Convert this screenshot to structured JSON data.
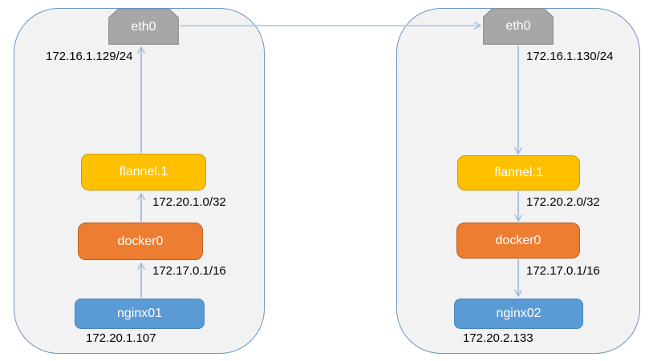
{
  "left_host": {
    "eth0": {
      "label": "eth0",
      "ip": "172.16.1.129/24"
    },
    "flannel": {
      "label": "flannel.1",
      "ip": "172.20.1.0/32"
    },
    "docker": {
      "label": "docker0",
      "ip": "172.17.0.1/16"
    },
    "pod": {
      "label": "nginx01",
      "ip": "172.20.1.107"
    }
  },
  "right_host": {
    "eth0": {
      "label": "eth0",
      "ip": "172.16.1.130/24"
    },
    "flannel": {
      "label": "flannel.1",
      "ip": "172.20.2.0/32"
    },
    "docker": {
      "label": "docker0",
      "ip": "172.17.0.1/16"
    },
    "pod": {
      "label": "nginx02",
      "ip": "172.20.2.133"
    }
  },
  "colors": {
    "host_fill": "#f2f2f2",
    "host_border": "#6e96c3",
    "eth_fill": "#a7a7a7",
    "flannel_fill": "#ffc000",
    "docker_fill": "#ed7d31",
    "pod_fill": "#5b9bd5",
    "arrow": "#97bbe5",
    "label_text": "#000000"
  }
}
